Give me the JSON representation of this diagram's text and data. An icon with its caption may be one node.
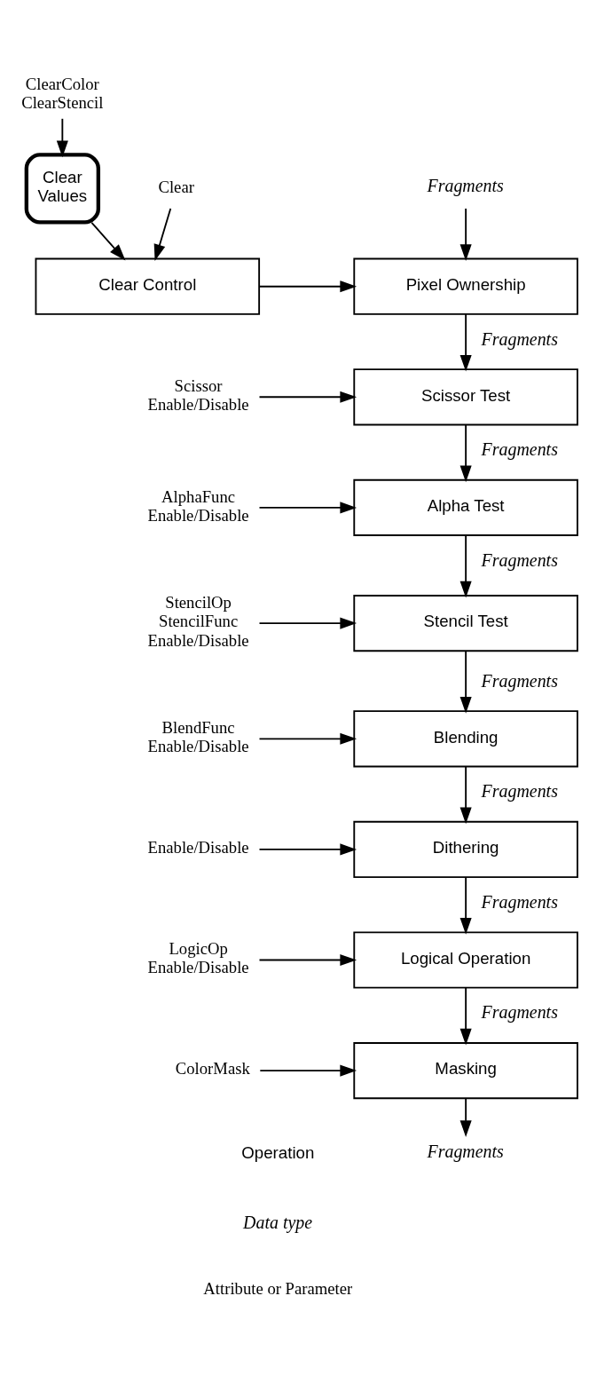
{
  "diagram": {
    "nodes": [
      {
        "text": [
          "ClearColor ClearStencil"
        ]
      },
      {
        "text": [
          "Clear Values"
        ]
      },
      {
        "text": [
          "Clear"
        ]
      },
      {
        "text": [
          "Fragments"
        ]
      },
      {
        "text": [
          "Clear Control"
        ]
      },
      {
        "text": [
          "Pixel Ownership"
        ]
      },
      {
        "text": [
          "Scissor Enable/Disable"
        ]
      },
      {
        "text": [
          "Scissor Test"
        ]
      },
      {
        "text": [
          "AlphaFunc Enable/Disable"
        ]
      },
      {
        "text": [
          "Alpha Test"
        ]
      },
      {
        "text": [
          "StencilOp StencilFunc Enable/Disable"
        ]
      },
      {
        "text": [
          "Stencil Test"
        ]
      },
      {
        "text": [
          "BlendFunc Enable/Disable"
        ]
      },
      {
        "text": [
          "Blending"
        ]
      },
      {
        "text": [
          "Enable/Disable"
        ]
      },
      {
        "text": [
          "Dithering"
        ]
      },
      {
        "text": [
          "LogicOp Enable/Disable"
        ]
      },
      {
        "text": [
          "Logical Operation"
        ]
      },
      {
        "text": [
          "ColorMask"
        ]
      },
      {
        "text": [
          "Masking"
        ]
      },
      {
        "text": [
          "Fragments"
        ]
      }
    ],
    "edges": [
      {
        "from": 0,
        "to": 1,
        "arrow": "to"
      },
      {
        "from": 1,
        "to": 4,
        "arrow": "to"
      },
      {
        "from": 2,
        "to": 4,
        "arrow": "to"
      },
      {
        "from": 3,
        "to": 5,
        "arrow": "to"
      },
      {
        "from": 4,
        "to": 5,
        "arrow": "to"
      },
      {
        "from": 5,
        "to": 7,
        "arrow": "to",
        "label": "Fragments"
      },
      {
        "from": 6,
        "to": 7,
        "arrow": "to"
      },
      {
        "from": 7,
        "to": 9,
        "arrow": "to",
        "label": "Fragments"
      },
      {
        "from": 8,
        "to": 9,
        "arrow": "to"
      },
      {
        "from": 9,
        "to": 11,
        "arrow": "to",
        "label": "Fragments"
      },
      {
        "from": 10,
        "to": 11,
        "arrow": "to"
      },
      {
        "from": 11,
        "to": 13,
        "arrow": "to",
        "label": "Fragments"
      },
      {
        "from": 12,
        "to": 13,
        "arrow": "to"
      },
      {
        "from": 13,
        "to": 15,
        "arrow": "to",
        "label": "Fragments"
      },
      {
        "from": 14,
        "to": 15,
        "arrow": "to"
      },
      {
        "from": 15,
        "to": 17,
        "arrow": "to",
        "label": "Fragments"
      },
      {
        "from": 16,
        "to": 17,
        "arrow": "to"
      },
      {
        "from": 17,
        "to": 19,
        "arrow": "to",
        "label": "Fragments"
      },
      {
        "from": 18,
        "to": 19,
        "arrow": "to"
      },
      {
        "from": 19,
        "to": 20,
        "arrow": "to"
      }
    ],
    "labels": [
      "Operation",
      "Data type",
      "Attribute or Parameter"
    ]
  }
}
